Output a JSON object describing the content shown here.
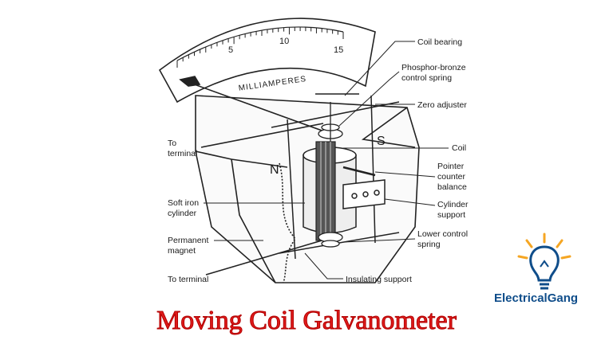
{
  "title": "Moving Coil Galvanometer",
  "brand": {
    "name": "ElectricalGang",
    "icon": "lightbulb-icon",
    "text_color": "#0f4d8a",
    "ray_color": "#f5a623"
  },
  "title_color": "#e01b1b",
  "dial": {
    "unit": "MILLIAMPERES",
    "ticks": [
      "5",
      "10",
      "15"
    ]
  },
  "poles": {
    "north": "N",
    "south": "S"
  },
  "labels": {
    "coil_bearing": "Coil bearing",
    "phosphor_line1": "Phosphor-bronze",
    "phosphor_line2": "control spring",
    "zero_adjuster": "Zero adjuster",
    "coil": "Coil",
    "pointer_line1": "Pointer",
    "pointer_line2": "counter",
    "pointer_line3": "balance",
    "cylsupport_line1": "Cylinder",
    "cylsupport_line2": "support",
    "lower_line1": "Lower control",
    "lower_line2": "spring",
    "insulating": "Insulating support",
    "terminal_top_line1": "To",
    "terminal_top_line2": "terminal",
    "softiron_line1": "Soft iron",
    "softiron_line2": "cylinder",
    "magnet_line1": "Permanent",
    "magnet_line2": "magnet",
    "terminal_bottom": "To terminal"
  }
}
